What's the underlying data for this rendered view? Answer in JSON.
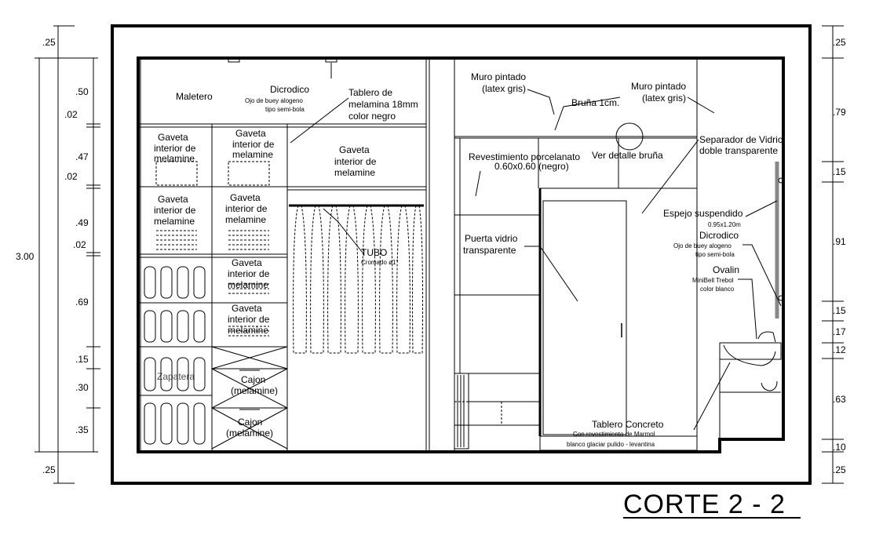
{
  "title": "CORTE  2 - 2",
  "dims_left": [
    ".25",
    ".50",
    ".02",
    ".47",
    ".02",
    ".49",
    ".02",
    ".69",
    ".15",
    ".30",
    ".35",
    ".25"
  ],
  "dim_total": "3.00",
  "dims_right": [
    ".25",
    ".79",
    ".15",
    ".91",
    ".15",
    ".17",
    ".12",
    ".63",
    ".10",
    ".25"
  ],
  "labels": {
    "maletero": "Maletero",
    "dicrodico1": "Dicrodico",
    "dicrodico1_sub1": "Ojo de buey alogeno",
    "dicrodico1_sub2": "tipo semi-bola",
    "tablero_l1": "Tablero de",
    "tablero_l2": "melamina 18mm",
    "tablero_l3": "color negro",
    "gaveta_l1": "Gaveta",
    "gaveta_l2": "interior de",
    "gaveta_l3": "melamine",
    "tubo": "TUBO",
    "tubo_sub": "Cromado ø1\"",
    "cajon_l1": "Cajon",
    "cajon_l2": "(melamine)",
    "zapatera": "Zapatera",
    "muro1_l1": "Muro pintado",
    "muro1_l2": "(latex gris)",
    "bruna": "Bruña 1cm.",
    "muro2_l1": "Muro pintado",
    "muro2_l2": "(latex gris)",
    "separador_l1": "Separador de Vidrio",
    "separador_l2": "doble transparente",
    "revest_l1": "Revestimiento porcelanato",
    "revest_l2": "0.60x0.60 (negro)",
    "ver_detalle": "Ver detalle bruña",
    "espejo": "Espejo suspendido",
    "espejo_sub": "0.95x1.20m",
    "dicrodico2": "Dicrodico",
    "dicrodico2_sub1": "Ojo de buey alogeno",
    "dicrodico2_sub2": "tipo semi-bola",
    "puerta_l1": "Puerta vidrio",
    "puerta_l2": "transparente",
    "ovalin": "Ovalin",
    "ovalin_sub1": "MiniBell Trebol",
    "ovalin_sub2": "color blanco",
    "tablero_conc": "Tablero Concreto",
    "tablero_conc_sub": "Con revestimiento de Marmol",
    "tablero_conc_sub2": "blanco glaciar pulido - levantina"
  }
}
